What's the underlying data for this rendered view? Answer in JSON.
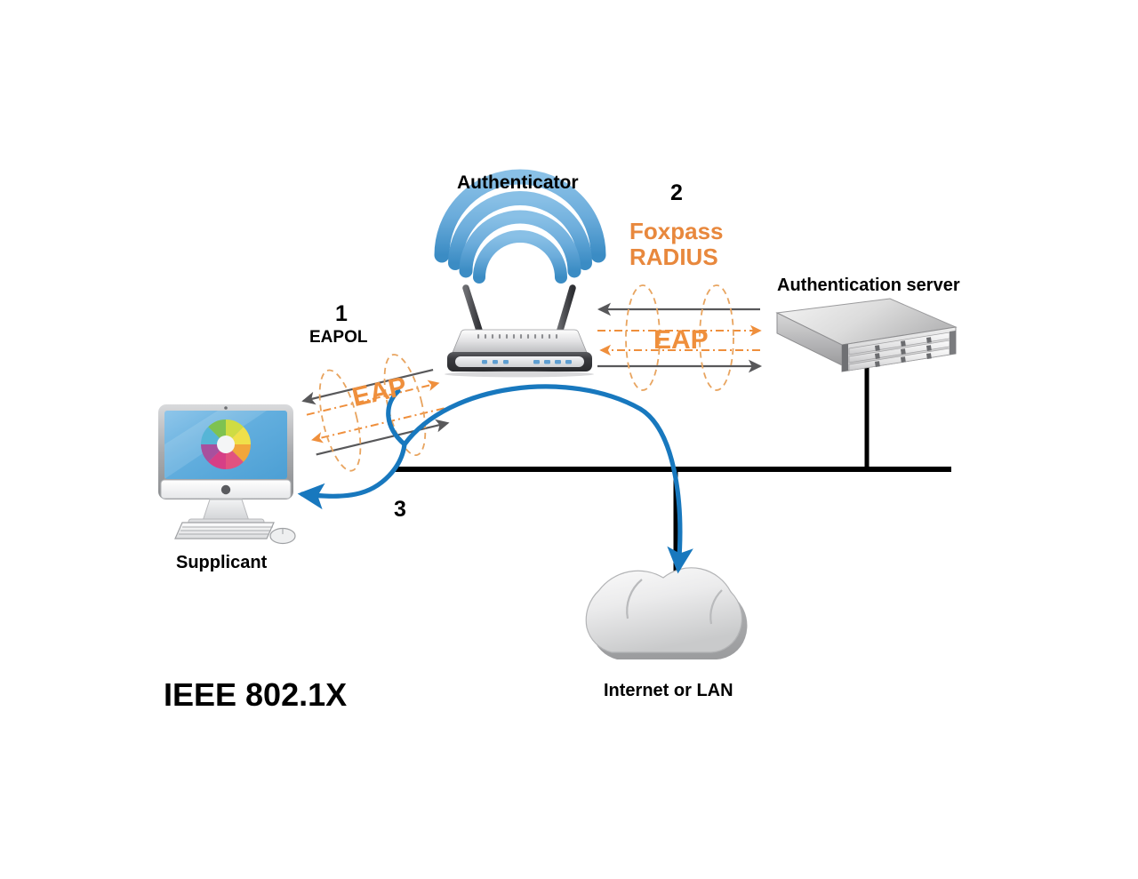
{
  "diagram": {
    "title": "IEEE 802.1X",
    "type": "network-authentication-flow",
    "accent_orange": "#e8883d",
    "accent_blue": "#1878be",
    "wifi_blue": "#5fa8dc",
    "line_black": "#000000",
    "arrow_gray": "#58585a"
  },
  "labels": {
    "authenticator": "Authenticator",
    "authentication_server": "Authentication server",
    "supplicant": "Supplicant",
    "cloud": "Internet or LAN",
    "foxpass_radius": "Foxpass\nRADIUS",
    "foxpass_line1": "Foxpass",
    "foxpass_line2": "RADIUS",
    "eapol": "EAPOL",
    "eap_left": "EAP",
    "eap_right": "EAP"
  },
  "steps": [
    {
      "number": "1",
      "label": "EAPOL",
      "protocol": "EAP",
      "from": "Supplicant",
      "to": "Authenticator"
    },
    {
      "number": "2",
      "label": "Foxpass RADIUS",
      "protocol": "EAP",
      "from": "Authenticator",
      "to": "Authentication server"
    },
    {
      "number": "3",
      "label": "",
      "protocol": "",
      "from": "Authenticator",
      "to": "Internet or LAN / Supplicant"
    }
  ],
  "step_numbers": {
    "one": "1",
    "two": "2",
    "three": "3"
  },
  "nodes": [
    {
      "name": "supplicant",
      "icon": "desktop-computer-icon",
      "label": "Supplicant"
    },
    {
      "name": "authenticator",
      "icon": "wireless-router-icon",
      "label": "Authenticator"
    },
    {
      "name": "authentication-server",
      "icon": "rack-server-icon",
      "label": "Authentication server"
    },
    {
      "name": "network-cloud",
      "icon": "cloud-icon",
      "label": "Internet or LAN"
    }
  ],
  "tunnels": [
    {
      "name": "eapol-tunnel",
      "label": "EAP",
      "style": "dashed-ellipse-tunnel",
      "color": "#e8883d",
      "rotated": true
    },
    {
      "name": "radius-tunnel",
      "label": "EAP",
      "style": "dashed-ellipse-tunnel",
      "color": "#e8883d",
      "rotated": false
    }
  ]
}
